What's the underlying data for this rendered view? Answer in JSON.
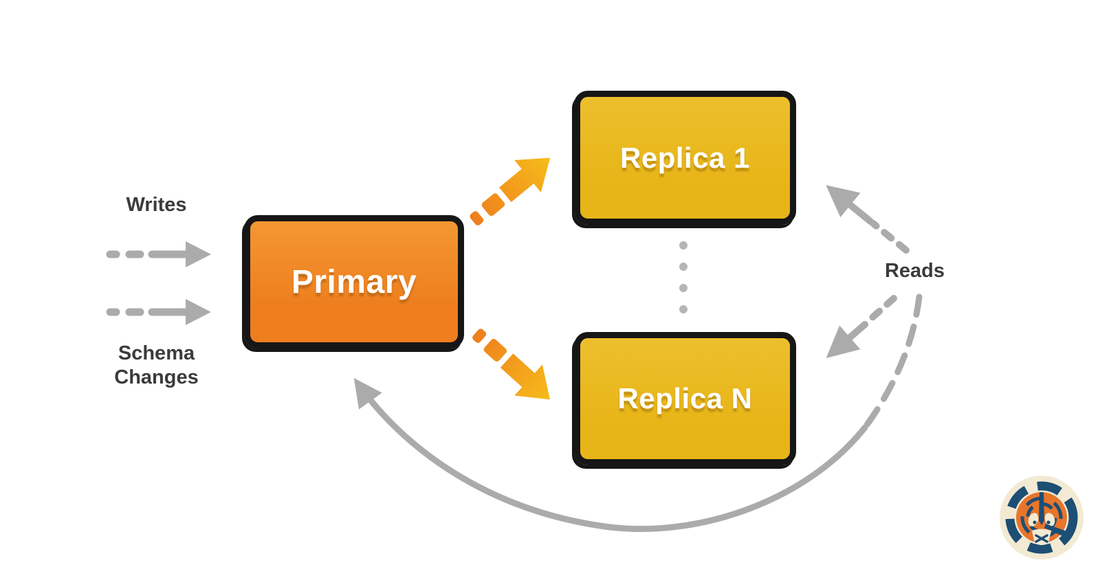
{
  "diagram": {
    "title": "Primary-replica replication diagram",
    "nodes": {
      "primary": {
        "label": "Primary"
      },
      "replica1": {
        "label": "Replica 1"
      },
      "replicaN": {
        "label": "Replica N"
      }
    },
    "labels": {
      "writes": "Writes",
      "schema_changes": "Schema Changes",
      "reads": "Reads"
    },
    "connectors": {
      "writes_arrow": "dashed gray arrow into Primary",
      "schema_changes_arrow": "dashed gray arrow into Primary",
      "replication_arrow_up": "orange dashed arrow Primary to Replica 1",
      "replication_arrow_down": "orange dashed arrow Primary to Replica N",
      "reads_arrow_replica1": "gray dashed arrow Reads to Replica 1",
      "reads_arrow_replicaN": "gray dashed arrow Reads to Replica N",
      "reads_return_curve": "long gray curve from Reads back to Primary",
      "replica_ellipsis": "vertical dotted ellipsis between replicas"
    },
    "colors": {
      "primary_fill": "#EF8122",
      "replica_fill": "#E9B91F",
      "node_border": "#161616",
      "node_text": "#FFFFFF",
      "arrow_orange_tail": "#EF7D1E",
      "arrow_orange_head": "#F6BC1A",
      "connector_gray": "#ABABAB",
      "dots_gray": "#B5B5B5",
      "label_text": "#3B3B3B",
      "background": "#FFFFFF",
      "logo_navy": "#1D4E74",
      "logo_orange": "#E8752A",
      "logo_cream": "#F2EAD3"
    },
    "footer": {
      "logo_icon": "tiger-logo"
    }
  }
}
